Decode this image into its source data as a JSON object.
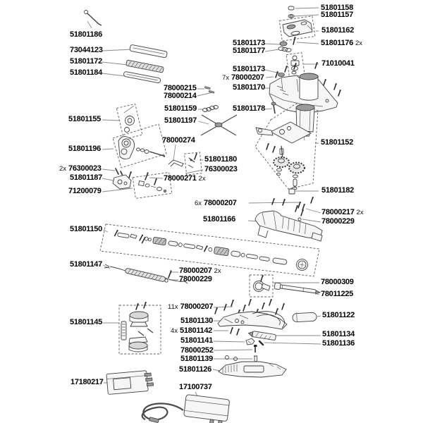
{
  "page": {
    "background": "#ffffff",
    "type": "exploded-parts-diagram"
  },
  "diagram": {
    "label_color": "#000000",
    "line_color": "#3f3f3f",
    "leader_color": "#8a8a8a",
    "labels": [
      {
        "part_number": "51801186",
        "qty_prefix": "",
        "qty_suffix": ""
      },
      {
        "part_number": "73044123",
        "qty_prefix": "",
        "qty_suffix": ""
      },
      {
        "part_number": "51801172",
        "qty_prefix": "",
        "qty_suffix": ""
      },
      {
        "part_number": "51801184",
        "qty_prefix": "",
        "qty_suffix": ""
      },
      {
        "part_number": "51801155",
        "qty_prefix": "",
        "qty_suffix": ""
      },
      {
        "part_number": "51801196",
        "qty_prefix": "",
        "qty_suffix": ""
      },
      {
        "part_number": "76300023",
        "qty_prefix": "2x",
        "qty_suffix": ""
      },
      {
        "part_number": "51801187",
        "qty_prefix": "",
        "qty_suffix": ""
      },
      {
        "part_number": "71200079",
        "qty_prefix": "",
        "qty_suffix": ""
      },
      {
        "part_number": "51801150",
        "qty_prefix": "",
        "qty_suffix": ""
      },
      {
        "part_number": "51801147",
        "qty_prefix": "",
        "qty_suffix": ""
      },
      {
        "part_number": "51801145",
        "qty_prefix": "",
        "qty_suffix": ""
      },
      {
        "part_number": "17180217",
        "qty_prefix": "",
        "qty_suffix": ""
      },
      {
        "part_number": "78000215",
        "qty_prefix": "",
        "qty_suffix": ""
      },
      {
        "part_number": "78000214",
        "qty_prefix": "",
        "qty_suffix": ""
      },
      {
        "part_number": "51801159",
        "qty_prefix": "",
        "qty_suffix": ""
      },
      {
        "part_number": "51801197",
        "qty_prefix": "",
        "qty_suffix": ""
      },
      {
        "part_number": "78000274",
        "qty_prefix": "",
        "qty_suffix": ""
      },
      {
        "part_number": "78000271",
        "qty_prefix": "",
        "qty_suffix": "2x"
      },
      {
        "part_number": "78000207",
        "qty_prefix": "6x",
        "qty_suffix": ""
      },
      {
        "part_number": "51801166",
        "qty_prefix": "",
        "qty_suffix": ""
      },
      {
        "part_number": "78000207",
        "qty_prefix": "",
        "qty_suffix": "2x"
      },
      {
        "part_number": "78000229",
        "qty_prefix": "",
        "qty_suffix": ""
      },
      {
        "part_number": "78000207",
        "qty_prefix": "11x",
        "qty_suffix": ""
      },
      {
        "part_number": "51801130",
        "qty_prefix": "",
        "qty_suffix": ""
      },
      {
        "part_number": "51801142",
        "qty_prefix": "4x",
        "qty_suffix": ""
      },
      {
        "part_number": "51801141",
        "qty_prefix": "",
        "qty_suffix": ""
      },
      {
        "part_number": "78000252",
        "qty_prefix": "",
        "qty_suffix": ""
      },
      {
        "part_number": "51801139",
        "qty_prefix": "",
        "qty_suffix": ""
      },
      {
        "part_number": "51801126",
        "qty_prefix": "",
        "qty_suffix": ""
      },
      {
        "part_number": "17100737",
        "qty_prefix": "",
        "qty_suffix": ""
      },
      {
        "part_number": "51801180",
        "qty_prefix": "",
        "qty_suffix": ""
      },
      {
        "part_number": "76300023",
        "qty_prefix": "",
        "qty_suffix": ""
      },
      {
        "part_number": "51801173",
        "qty_prefix": "",
        "qty_suffix": ""
      },
      {
        "part_number": "51801177",
        "qty_prefix": "",
        "qty_suffix": ""
      },
      {
        "part_number": "51801173",
        "qty_prefix": "",
        "qty_suffix": ""
      },
      {
        "part_number": "78000207",
        "qty_prefix": "7x",
        "qty_suffix": ""
      },
      {
        "part_number": "51801170",
        "qty_prefix": "",
        "qty_suffix": ""
      },
      {
        "part_number": "51801178",
        "qty_prefix": "",
        "qty_suffix": ""
      },
      {
        "part_number": "51801158",
        "qty_prefix": "",
        "qty_suffix": ""
      },
      {
        "part_number": "51801157",
        "qty_prefix": "",
        "qty_suffix": ""
      },
      {
        "part_number": "51801162",
        "qty_prefix": "",
        "qty_suffix": ""
      },
      {
        "part_number": "51801176",
        "qty_prefix": "",
        "qty_suffix": "2x"
      },
      {
        "part_number": "71010041",
        "qty_prefix": "",
        "qty_suffix": ""
      },
      {
        "part_number": "51801152",
        "qty_prefix": "",
        "qty_suffix": ""
      },
      {
        "part_number": "51801182",
        "qty_prefix": "",
        "qty_suffix": ""
      },
      {
        "part_number": "78000217",
        "qty_prefix": "",
        "qty_suffix": "2x"
      },
      {
        "part_number": "78000229",
        "qty_prefix": "",
        "qty_suffix": ""
      },
      {
        "part_number": "78000309",
        "qty_prefix": "",
        "qty_suffix": ""
      },
      {
        "part_number": "78011225",
        "qty_prefix": "",
        "qty_suffix": ""
      },
      {
        "part_number": "51801122",
        "qty_prefix": "",
        "qty_suffix": ""
      },
      {
        "part_number": "51801134",
        "qty_prefix": "",
        "qty_suffix": ""
      },
      {
        "part_number": "51801136",
        "qty_prefix": "",
        "qty_suffix": ""
      }
    ]
  }
}
